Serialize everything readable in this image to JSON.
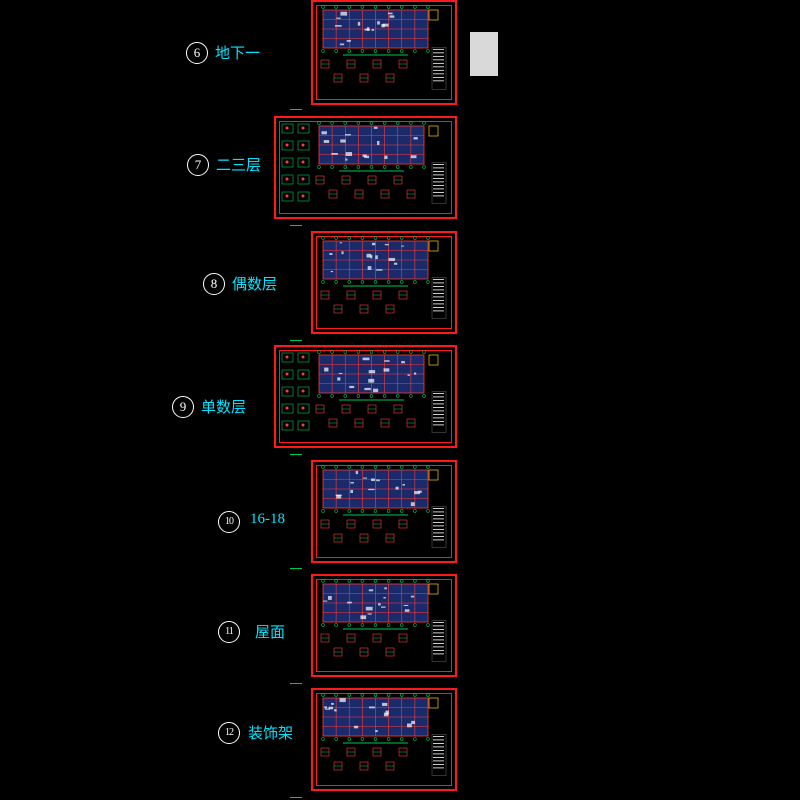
{
  "drawings": [
    {
      "number": "6",
      "title": "地下一"
    },
    {
      "number": "7",
      "title": "二三层"
    },
    {
      "number": "8",
      "title": "偶数层"
    },
    {
      "number": "9",
      "title": "单数层"
    },
    {
      "number": "10",
      "title": "16-18"
    },
    {
      "number": "11",
      "title": "屋面"
    },
    {
      "number": "12",
      "title": "装饰架"
    }
  ],
  "colors": {
    "frame": "#ff1a1a",
    "label": "#00e5ff",
    "axis": "#00c853",
    "wall": "#ff3b3b",
    "detail": "#ffffff"
  }
}
